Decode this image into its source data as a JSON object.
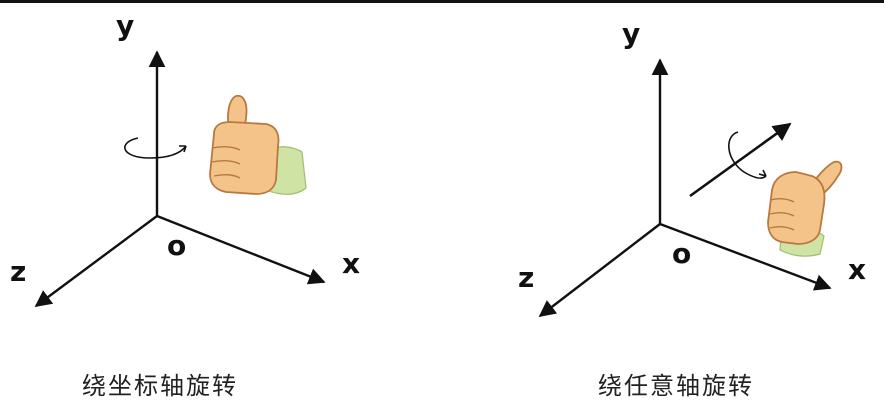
{
  "panels": [
    {
      "axes": {
        "y": "y",
        "x": "x",
        "z": "z",
        "origin": "o"
      },
      "caption": "绕坐标轴旋转",
      "hand_icon": "thumbs-up-hand",
      "rotation_icon": "curved-rotation-arrow"
    },
    {
      "axes": {
        "y": "y",
        "x": "x",
        "z": "z",
        "origin": "o"
      },
      "caption": "绕任意轴旋转",
      "hand_icon": "thumbs-up-hand",
      "rotation_icon": "curved-rotation-arrow"
    }
  ],
  "colors": {
    "axis": "#111111",
    "skin": "#f3c389",
    "skin_outline": "#b9793e",
    "sleeve": "#cfe3a4"
  }
}
